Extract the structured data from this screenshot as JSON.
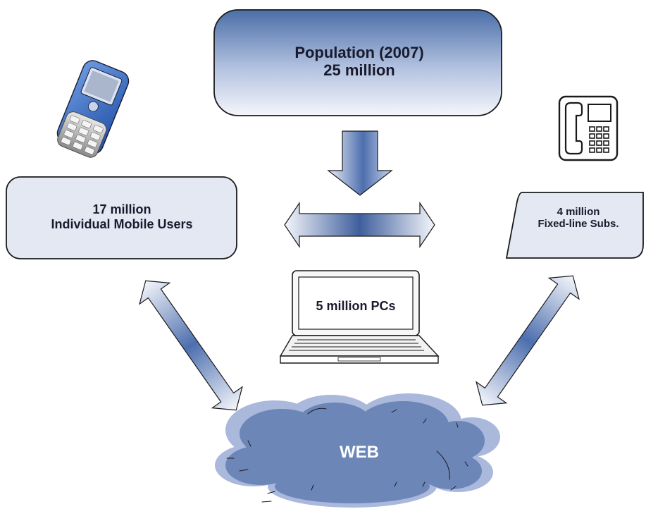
{
  "population": {
    "line1": "Population (2007)",
    "line2": "25 million"
  },
  "mobile": {
    "line1": "17 million",
    "line2": "Individual Mobile Users"
  },
  "fixed": {
    "line1": "4 million",
    "line2": "Fixed-line Subs."
  },
  "pcs": {
    "label": "5 million PCs"
  },
  "web": {
    "label": "WEB"
  },
  "icons": [
    "mobile-phone-icon",
    "desk-phone-icon",
    "laptop-icon",
    "cloud-icon"
  ],
  "colors": {
    "box_top": "#4a6ea8",
    "box_light": "#e3e8f3",
    "arrow_dark": "#3f5f9c",
    "cloud": "#6c86b8",
    "cloud_back": "#aab8dc"
  }
}
